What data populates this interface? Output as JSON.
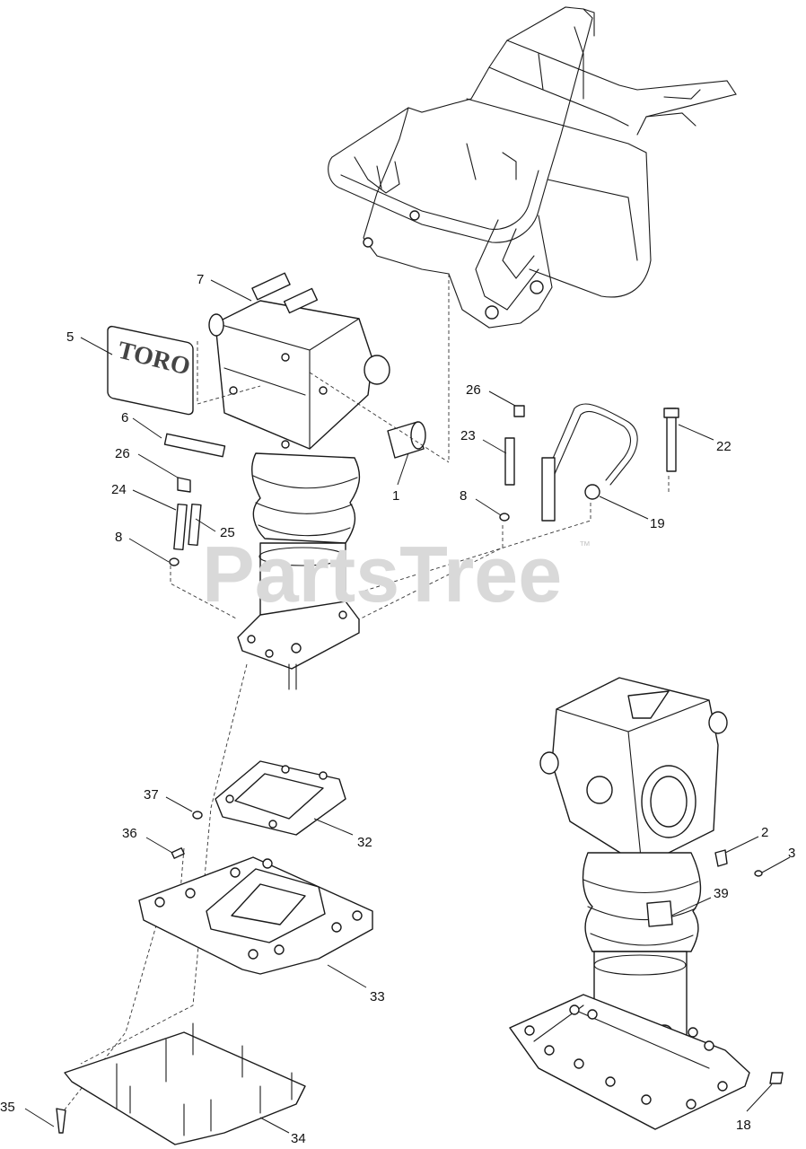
{
  "watermark": {
    "text": "PartsTree",
    "trademark": "™"
  },
  "logo": {
    "text": "TORO"
  },
  "callouts": [
    {
      "id": "c1",
      "label": "1"
    },
    {
      "id": "c2",
      "label": "2"
    },
    {
      "id": "c3",
      "label": "3"
    },
    {
      "id": "c5",
      "label": "5"
    },
    {
      "id": "c6",
      "label": "6"
    },
    {
      "id": "c7",
      "label": "7"
    },
    {
      "id": "c8a",
      "label": "8"
    },
    {
      "id": "c8b",
      "label": "8"
    },
    {
      "id": "c18",
      "label": "18"
    },
    {
      "id": "c19",
      "label": "19"
    },
    {
      "id": "c22",
      "label": "22"
    },
    {
      "id": "c23",
      "label": "23"
    },
    {
      "id": "c24",
      "label": "24"
    },
    {
      "id": "c25",
      "label": "25"
    },
    {
      "id": "c26a",
      "label": "26"
    },
    {
      "id": "c26b",
      "label": "26"
    },
    {
      "id": "c32",
      "label": "32"
    },
    {
      "id": "c33",
      "label": "33"
    },
    {
      "id": "c34",
      "label": "34"
    },
    {
      "id": "c35",
      "label": "35"
    },
    {
      "id": "c36",
      "label": "36"
    },
    {
      "id": "c37",
      "label": "37"
    },
    {
      "id": "c39",
      "label": "39"
    }
  ]
}
